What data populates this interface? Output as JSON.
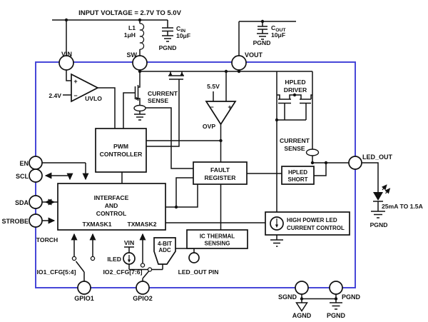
{
  "diagram": {
    "title": "INPUT VOLTAGE = 2.7V TO 5.0V",
    "colors": {
      "wire": "#111111",
      "ic_border": "#3e3ed6",
      "background": "#ffffff"
    },
    "pins": {
      "vin": "VIN",
      "sw": "SW",
      "vout": "VOUT",
      "en": "EN",
      "scl": "SCL",
      "sda": "SDA",
      "strobe": "STROBE",
      "gpio1": "GPIO1",
      "gpio2": "GPIO2",
      "sgnd": "SGND",
      "pgnd": "PGND",
      "led_out": "LED_OUT"
    },
    "components": {
      "inductor": {
        "name": "L1",
        "value": "1μH"
      },
      "cin": {
        "sym": "C",
        "sub": "IN",
        "value": "10μF",
        "gnd": "PGND"
      },
      "cout": {
        "sym": "C",
        "sub": "OUT",
        "value": "10μF",
        "gnd": "PGND"
      },
      "iled": {
        "label": "ILED",
        "supply": "VIN"
      }
    },
    "blocks": {
      "uvlo": {
        "label": "UVLO",
        "ref": "2.4V",
        "plus": "+",
        "minus": "−"
      },
      "ovp": {
        "label": "OVP",
        "ref": "5.5V",
        "plus": "+",
        "minus": "−"
      },
      "current_sense_left": {
        "line1": "CURRENT",
        "line2": "SENSE"
      },
      "pwm": {
        "line1": "PWM",
        "line2": "CONTROLLER"
      },
      "interface": {
        "line1": "INTERFACE",
        "line2": "AND",
        "line3": "CONTROL",
        "txmask1": "TXMASK1",
        "txmask2": "TXMASK2"
      },
      "fault": {
        "line1": "FAULT",
        "line2": "REGISTER"
      },
      "hpled_driver": {
        "line1": "HPLED",
        "line2": "DRIVER"
      },
      "current_sense_right": {
        "line1": "CURRENT",
        "line2": "SENSE"
      },
      "hpled_short": {
        "line1": "HPLED",
        "line2": "SHORT"
      },
      "thermal": {
        "line1": "IC THERMAL",
        "line2": "SENSING"
      },
      "hp_led_control": {
        "line1": "HIGH POWER LED",
        "line2": "CURRENT CONTROL"
      },
      "adc": {
        "line1": "4-BIT",
        "line2": "ADC"
      }
    },
    "annotations": {
      "torch": "TORCH",
      "io1_cfg": "IO1_CFG[5:4]",
      "io2_cfg": "IO2_CFG[7:6]",
      "led_out_pin": "LED_OUT PIN",
      "led_current_range": "25mA TO 1.5A",
      "led_gnd": "PGND",
      "agnd": "AGND",
      "pgnd_bottom": "PGND"
    }
  }
}
